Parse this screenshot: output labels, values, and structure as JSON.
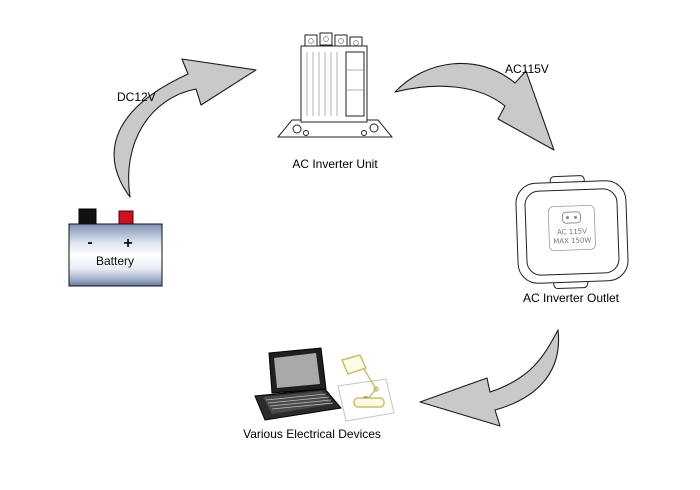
{
  "labels": {
    "dc12v": "DC12V",
    "ac115v": "AC115V",
    "inverter_unit": "AC Inverter Unit",
    "inverter_outlet": "AC Inverter Outlet",
    "devices": "Various Electrical Devices",
    "battery": "Battery",
    "minus": "-",
    "plus": "+"
  },
  "outlet_label": {
    "line1": "AC  115V",
    "line2": "MAX 150W"
  },
  "colors": {
    "arrow_fill": "#c9c9c9",
    "arrow_stroke": "#1a1a1a",
    "battery_positive": "#cc1122",
    "battery_negative": "#111111",
    "lamp": "#c9bf6e"
  },
  "arrows": [
    {
      "label": "DC12V",
      "from": "battery",
      "to": "ac-inverter-unit"
    },
    {
      "label": "AC115V",
      "from": "ac-inverter-unit",
      "to": "ac-inverter-outlet"
    },
    {
      "label": "",
      "from": "ac-inverter-outlet",
      "to": "various-electrical-devices"
    }
  ]
}
